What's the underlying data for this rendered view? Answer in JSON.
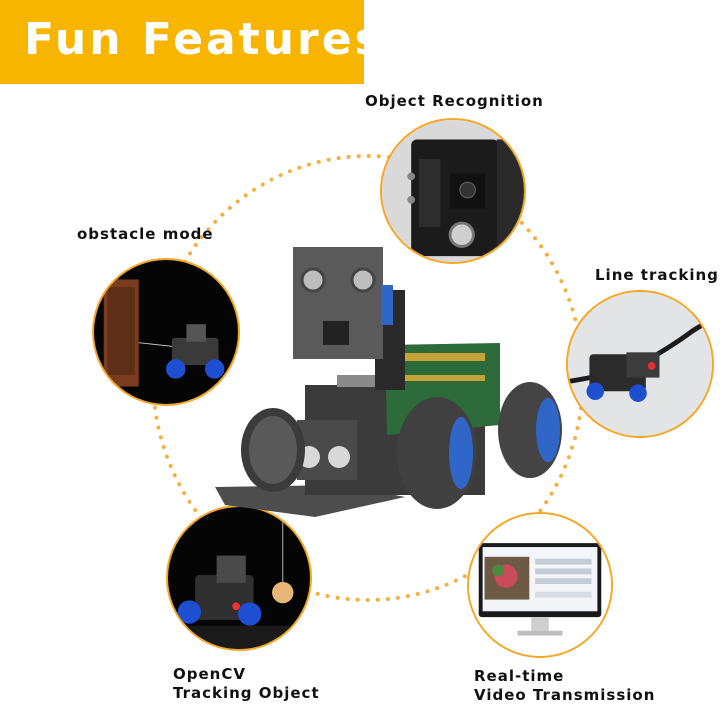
{
  "banner": {
    "title": "Fun Features"
  },
  "features": {
    "object_recognition": "Object Recognition",
    "obstacle_mode": "obstacle mode",
    "line_tracking": "Line tracking",
    "opencv_line1": "OpenCV",
    "opencv_line2": "Tracking Object",
    "video_line1": "Real-time",
    "video_line2": "Video Transmission"
  },
  "colors": {
    "banner": "#f7b500",
    "dotted_ring": "#f5b042",
    "circle_border": "#f5a623"
  }
}
